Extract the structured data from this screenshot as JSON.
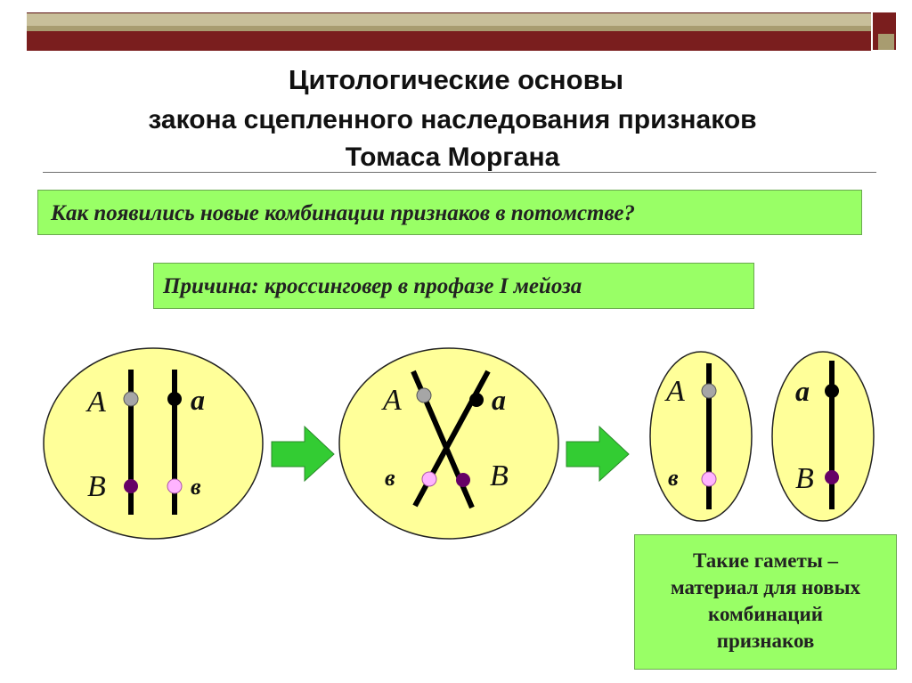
{
  "title": {
    "line1": "Цитологические основы",
    "line2": "закона сцепленного наследования признаков",
    "line3": "Томаса Моргана"
  },
  "question": "Как появились новые комбинации признаков в потомстве?",
  "reason": "Причина: кроссинговер в профазе I мейоза",
  "note": [
    "Такие гаметы –",
    "материал для новых",
    "комбинаций",
    "признаков"
  ],
  "cell1": {
    "top_left": "А",
    "top_right": "а",
    "bottom_left": "В",
    "bottom_right": "в"
  },
  "cell2": {
    "top_left": "А",
    "top_right": "а",
    "bottom_left": "в",
    "bottom_right": "В"
  },
  "gamete1": {
    "top": "А",
    "bottom": "в"
  },
  "gamete2": {
    "top": "а",
    "bottom": "В"
  },
  "colors": {
    "cell_fill": "#ffff99",
    "box_fill": "#99ff66",
    "arrow_fill": "#33cc33",
    "header_bar": "#7a1e1e",
    "allele_gray": "#a6a6a6",
    "allele_black": "#000000",
    "allele_purple": "#660066",
    "allele_pink": "#ffb3ff"
  }
}
